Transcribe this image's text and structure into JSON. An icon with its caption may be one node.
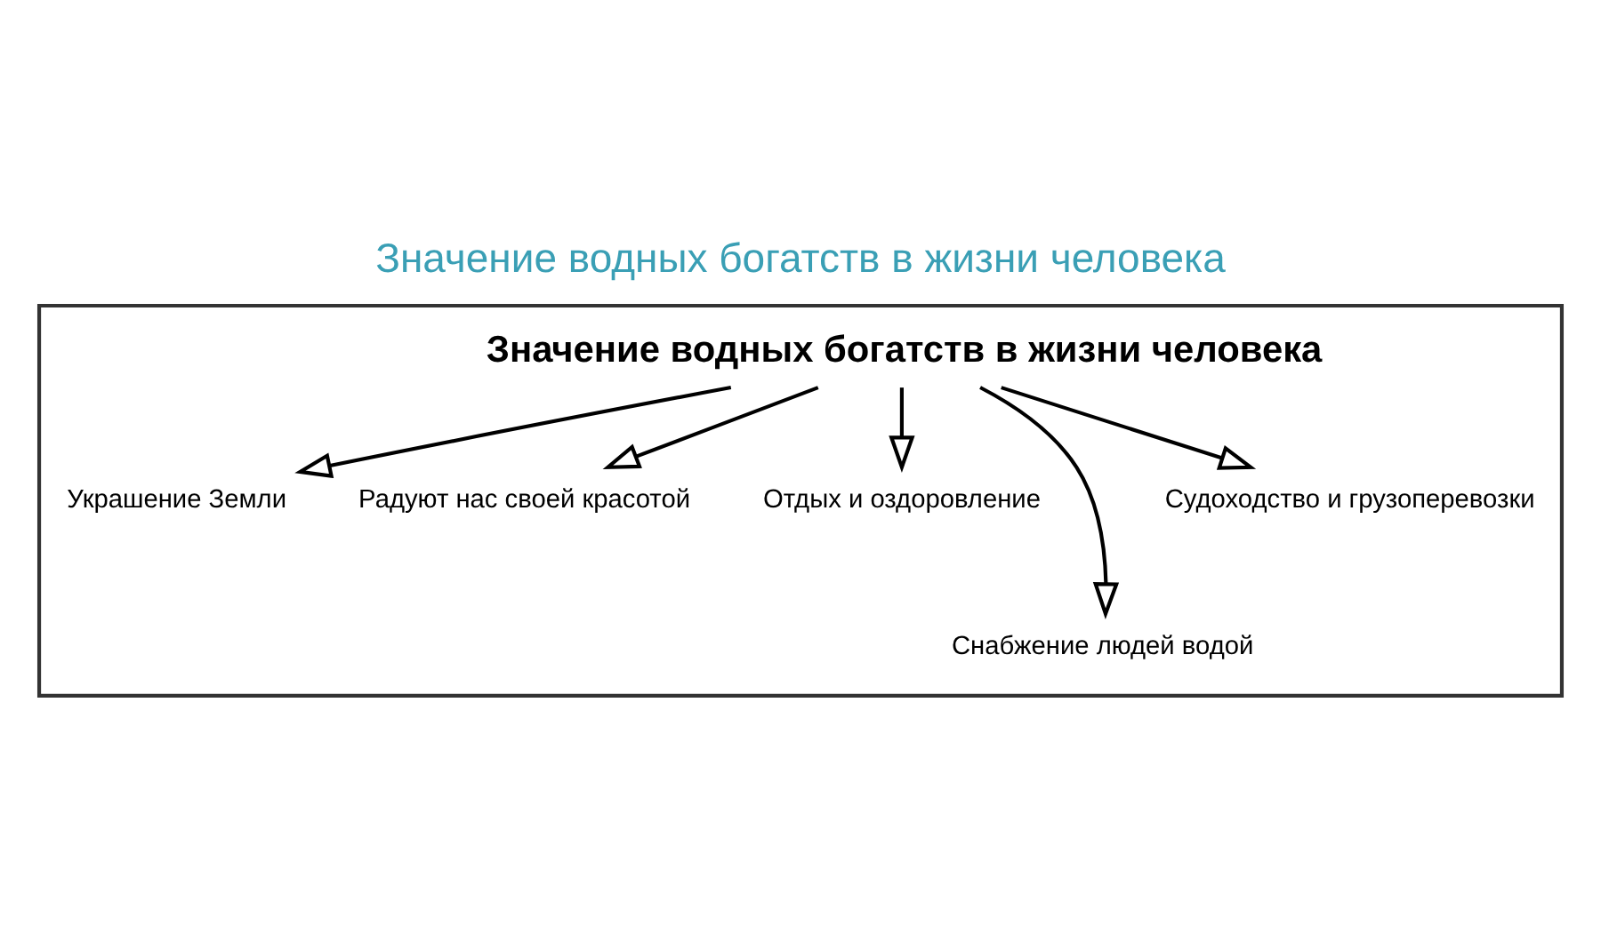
{
  "diagram": {
    "title": "Значение водных богатств в жизни человека",
    "nodes": [
      {
        "text": [],
        "shape": "box"
      },
      {
        "text": [
          "Значение водных богатств в жизни человека"
        ],
        "in": 0
      },
      {
        "text": [
          "Украшение Земли"
        ],
        "in": 0
      },
      {
        "text": [
          "Радуют нас своей красотой"
        ],
        "in": 0
      },
      {
        "text": [
          "Отдых и оздоровление"
        ],
        "in": 0
      },
      {
        "text": [
          "Снабжение людей водой"
        ],
        "in": 0
      },
      {
        "text": [
          "Судоходство и грузоперевозки"
        ],
        "in": 0
      }
    ],
    "edges": [
      {
        "from": 1,
        "to": 2,
        "arrow": "to"
      },
      {
        "from": 1,
        "to": 3,
        "arrow": "to"
      },
      {
        "from": 1,
        "to": 4,
        "arrow": "to"
      },
      {
        "from": 1,
        "to": 5,
        "arrow": "to"
      },
      {
        "from": 1,
        "to": 6,
        "arrow": "to"
      }
    ]
  }
}
